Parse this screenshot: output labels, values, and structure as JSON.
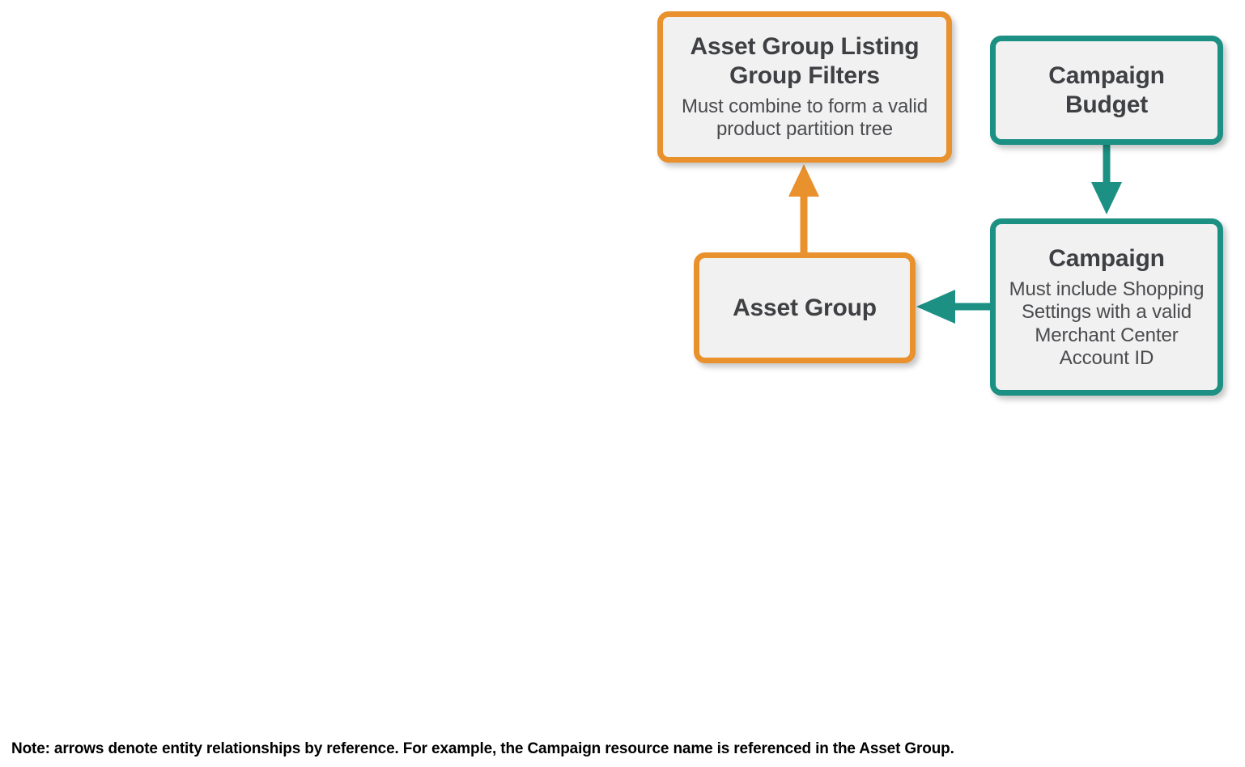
{
  "diagram": {
    "colors": {
      "orange": "#E8912D",
      "teal": "#1B9083",
      "node_fill": "#F1F1F1",
      "title_text": "#3F4043",
      "desc_text": "#4A4B4E",
      "footnote_text": "#000000",
      "background": "#FFFFFF"
    },
    "nodes": [
      {
        "id": "asset-group-listing-group-filters",
        "title": "Asset Group Listing Group Filters",
        "description": "Must combine to form a valid product partition tree",
        "color": "orange"
      },
      {
        "id": "campaign-budget",
        "title": "Campaign Budget",
        "description": "",
        "color": "teal"
      },
      {
        "id": "asset-group",
        "title": "Asset Group",
        "description": "",
        "color": "orange"
      },
      {
        "id": "campaign",
        "title": "Campaign",
        "description": "Must include Shopping Settings with a valid Merchant Center Account ID",
        "color": "teal"
      }
    ],
    "edges": [
      {
        "id": "asset-group-to-filters",
        "from": "asset-group",
        "to": "asset-group-listing-group-filters",
        "direction": "up",
        "color": "orange"
      },
      {
        "id": "campaign-budget-to-campaign",
        "from": "campaign-budget",
        "to": "campaign",
        "direction": "down",
        "color": "teal"
      },
      {
        "id": "campaign-to-asset-group",
        "from": "campaign",
        "to": "asset-group",
        "direction": "left",
        "color": "teal"
      }
    ],
    "footnote": "Note: arrows denote entity relationships by reference. For example, the Campaign resource name is referenced in the Asset Group."
  }
}
